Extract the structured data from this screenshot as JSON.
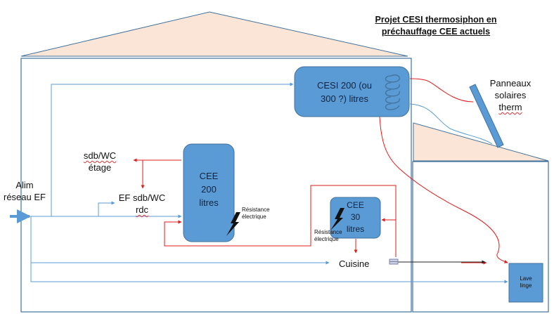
{
  "title_line1": "Projet CESI thermosiphon en",
  "title_line2": "préchauffage CEE actuels",
  "cesi_line1": "CESI 200 (ou",
  "cesi_line2": "300 ?) litres",
  "cee200_line1": "CEE",
  "cee200_line2": "200",
  "cee200_line3": "litres",
  "cee30_line1": "CEE",
  "cee30_line2": "30",
  "cee30_line3": "litres",
  "res1_line1": "Résistance",
  "res1_line2": "électrique",
  "res2_line1": "Résistance",
  "res2_line2": "électrique",
  "panneaux_line1": "Panneaux",
  "panneaux_line2": "solaires",
  "panneaux_line3": "therm",
  "sdb_etage_line1": "sdb/WC",
  "sdb_etage_line2": "étage",
  "ef_sdb_line1": "EF sdb/WC",
  "ef_sdb_line2": "rdc",
  "alim_line1": "Alim",
  "alim_line2": "réseau EF",
  "cuisine": "Cuisine",
  "lave_line1": "Lave",
  "lave_line2": "linge",
  "colors": {
    "tank_fill": "#5b9bd5",
    "tank_stroke": "#41719c",
    "roof_fill": "#fbe5d6",
    "wall": "#41719c",
    "cold_pipe": "#5b9bd5",
    "hot_pipe": "#e01b1b"
  }
}
